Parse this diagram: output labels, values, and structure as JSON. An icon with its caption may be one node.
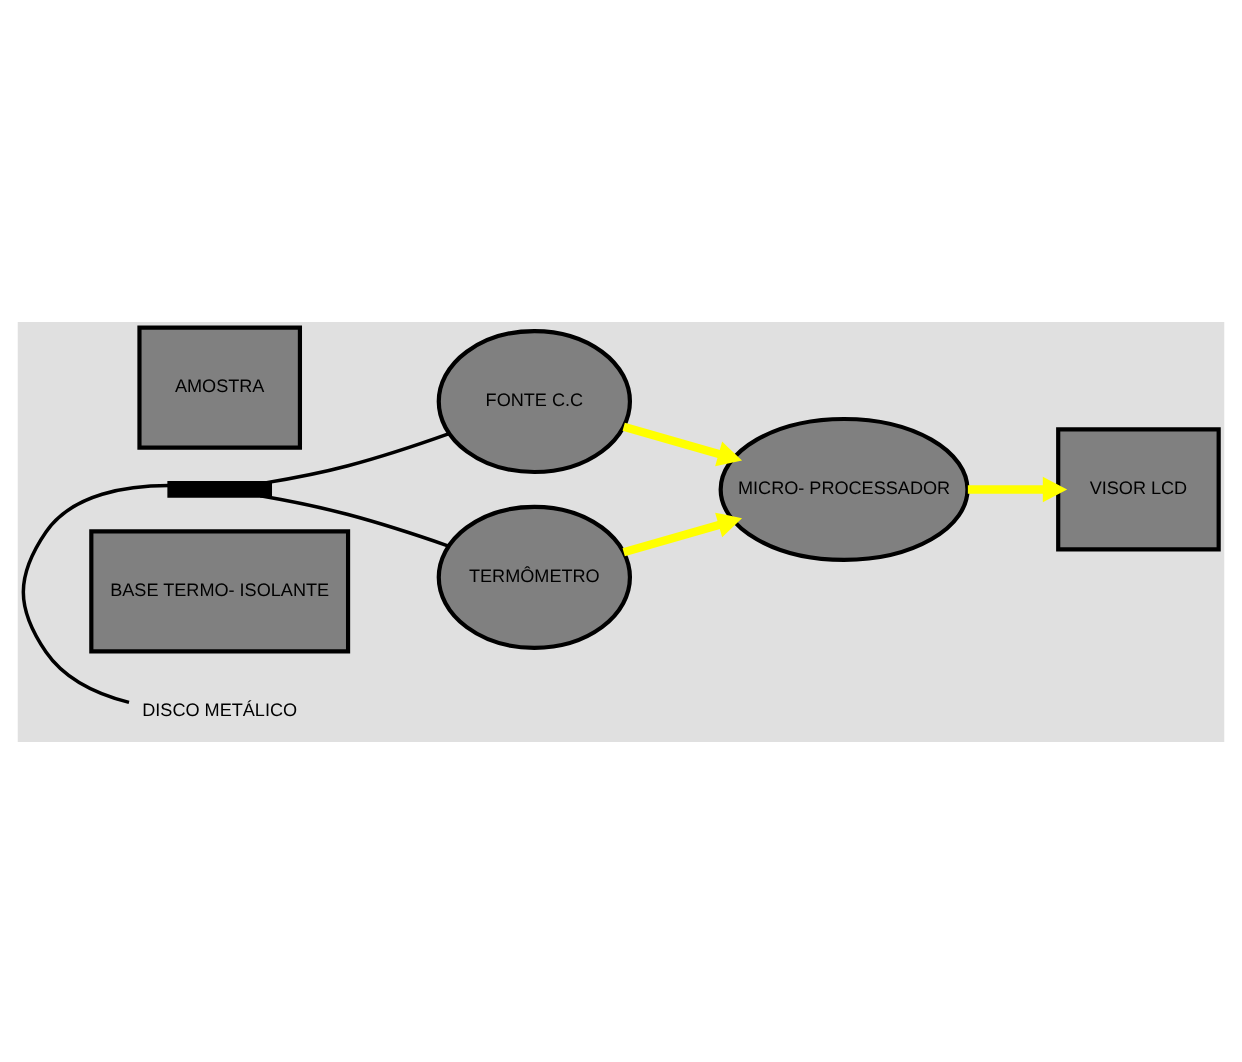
{
  "diagram": {
    "nodes": [
      {
        "text": [
          "AMOSTRA"
        ]
      },
      {
        "text": [],
        "shape": "bar"
      },
      {
        "text": [
          "BASE TERMO- ISOLANTE"
        ]
      },
      {
        "text": [
          "DISCO METÁLICO"
        ]
      },
      {
        "text": [
          "FONTE C.C"
        ]
      },
      {
        "text": [
          "TERMÔMETRO"
        ]
      },
      {
        "text": [
          "MICRO- PROCESSADOR"
        ]
      },
      {
        "text": [
          "VISOR LCD"
        ]
      }
    ],
    "edges": [
      {
        "from": 3,
        "to": 1,
        "arrow": "none"
      },
      {
        "from": 1,
        "to": 4,
        "arrow": "none"
      },
      {
        "from": 1,
        "to": 5,
        "arrow": "none"
      },
      {
        "from": 4,
        "to": 6,
        "arrow": "to",
        "style": "thick",
        "color": "#ffff00"
      },
      {
        "from": 5,
        "to": 6,
        "arrow": "to",
        "style": "thick",
        "color": "#ffff00"
      },
      {
        "from": 6,
        "to": 7,
        "arrow": "to",
        "style": "thick",
        "color": "#ffff00"
      }
    ]
  }
}
